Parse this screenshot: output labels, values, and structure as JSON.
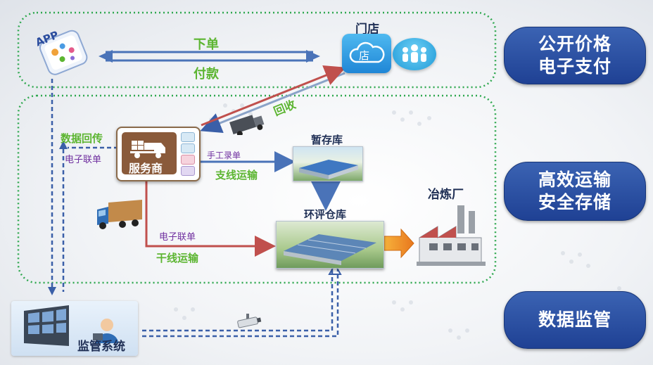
{
  "pills": {
    "public": {
      "line1": "公开价格",
      "line2": "电子支付"
    },
    "transport": {
      "line1": "高效运输",
      "line2": "安全存储"
    },
    "supervision": {
      "line1": "数据监管"
    }
  },
  "nodes": {
    "app": "APP",
    "store": "门店",
    "store_glyph": "店",
    "service_provider": "服务商",
    "temp_storage": "暂存库",
    "warehouse": "环评仓库",
    "smelter": "冶炼厂",
    "monitor_system": "监管系统"
  },
  "flows": {
    "order": "下单",
    "payment": "付款",
    "recycle": "回收",
    "data_return": "数据回传",
    "e_manifest_left": "电子联单",
    "manual_entry": "手工录单",
    "branch_transport": "支线运输",
    "e_manifest_bottom": "电子联单",
    "trunk_transport": "干线运输"
  },
  "colors": {
    "pill_blue": "#2a4c9e",
    "flow_green": "#5cb531",
    "arrow_blue": "#4a73b8",
    "arrow_red": "#c0504d",
    "dotted_green": "#2fa84f",
    "purple_text": "#7030a0"
  }
}
